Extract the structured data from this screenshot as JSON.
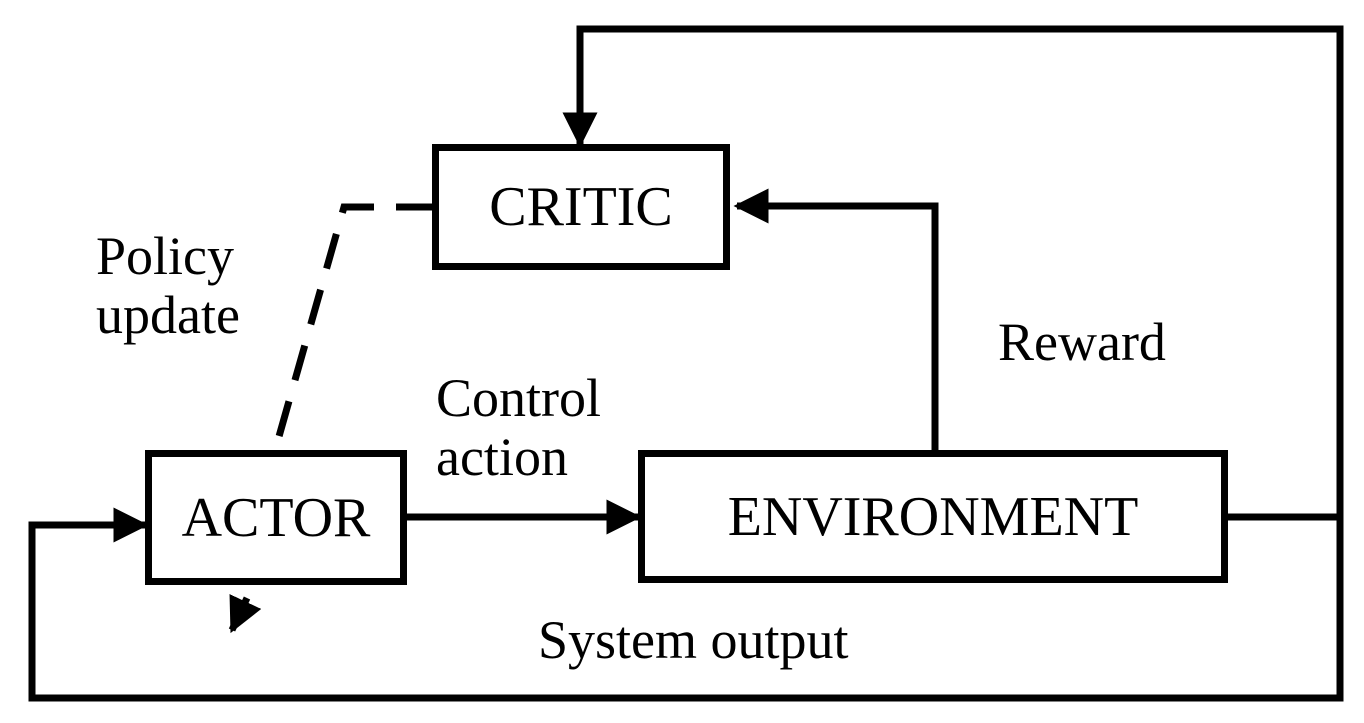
{
  "blocks": {
    "critic": "CRITIC",
    "actor": "ACTOR",
    "environment": "ENVIRONMENT"
  },
  "labels": {
    "policy_update": [
      "Policy",
      "update"
    ],
    "control_action": [
      "Control",
      "action"
    ],
    "reward": "Reward",
    "system_output": "System output"
  },
  "colors": {
    "ink": "#000000",
    "background": "#ffffff"
  }
}
